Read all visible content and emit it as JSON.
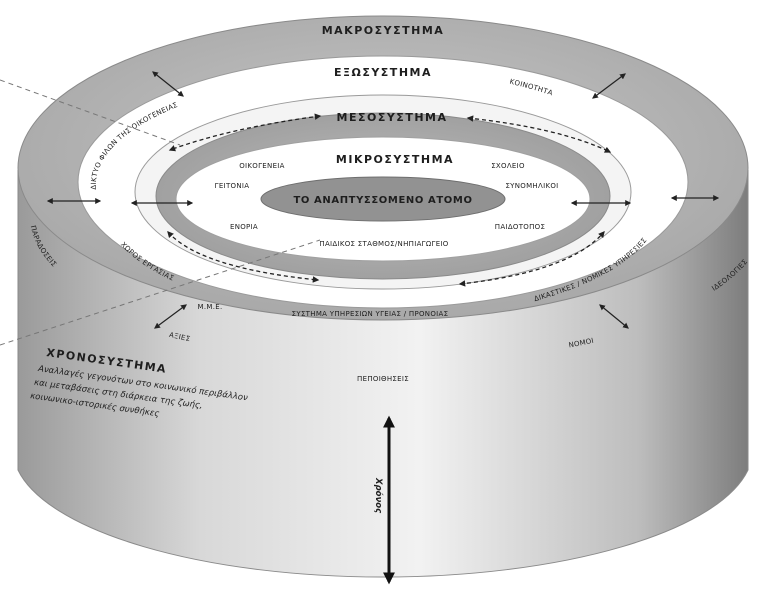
{
  "layers": {
    "macro": {
      "title": "ΜΑΚΡΟΣΥΣΤΗΜΑ",
      "labels": [
        "ΠΑΡΑΔΟΣΕΙΣ",
        "ΙΔΕΟΛΟΓΙΕΣ",
        "ΑΞΙΕΣ",
        "ΠΕΠΟΙΘΗΣΕΙΣ",
        "ΝΟΜΟΙ"
      ]
    },
    "exo": {
      "title": "ΕΞΩΣΥΣΤΗΜΑ",
      "labels": [
        "ΔΙΚΤΥΟ ΦΙΛΩΝ ΤΗΣ ΟΙΚΟΓΕΝΕΙΑΣ",
        "ΚΟΙΝΟΤΗΤΑ",
        "ΧΩΡΟΣ ΕΡΓΑΣΙΑΣ",
        "Μ.Μ.Ε.",
        "ΣΥΣΤΗΜΑ ΥΠΗΡΕΣΙΩΝ ΥΓΕΙΑΣ / ΠΡΟΝΟΙΑΣ",
        "ΔΙΚΑΣΤΙΚΕΣ / ΝΟΜΙΚΕΣ ΥΠΗΡΕΣΙΕΣ"
      ]
    },
    "meso": {
      "title": "ΜΕΣΟΣΥΣΤΗΜΑ"
    },
    "micro": {
      "title": "ΜΙΚΡΟΣΥΣΤΗΜΑ",
      "labels": [
        "ΟΙΚΟΓΕΝΕΙΑ",
        "ΣΧΟΛΕΙΟ",
        "ΓΕΙΤΟΝΙΑ",
        "ΣΥΝΟΜΗΛΙΚΟΙ",
        "ΕΝΟΡΙΑ",
        "ΠΑΙΔΟΤΟΠΟΣ",
        "ΠΑΙΔΙΚΟΣ ΣΤΑΘΜΟΣ/ΝΗΠΙΑΓΩΓΕΙΟ"
      ]
    },
    "core": "ΤΟ ΑΝΑΠΤΥΣΣΟΜΕΝΟ ΑΤΟΜΟ"
  },
  "chrono": {
    "title": "ΧΡΟΝΟΣΥΣΤΗΜΑ",
    "lines": [
      "Αναλλαγές γεγονότων στο κοινωνικό περιβάλλον",
      "και μεταβάσεις στη διάρκεια της ζωής,",
      "κοινωνικο-ιστορικές συνθήκες"
    ],
    "axis_label": "Χρόνος"
  },
  "colors": {
    "cylinder_top": "#b8b8b8",
    "cylinder_side_light": "#dcdcdc",
    "cylinder_side_dark": "#8c8c8c",
    "exo_ring": "#ffffff",
    "meso_ring": "#f2f2f2",
    "micro_ring": "#a8a8a8",
    "core": "#8f8f8f",
    "arrow": "#222222"
  }
}
